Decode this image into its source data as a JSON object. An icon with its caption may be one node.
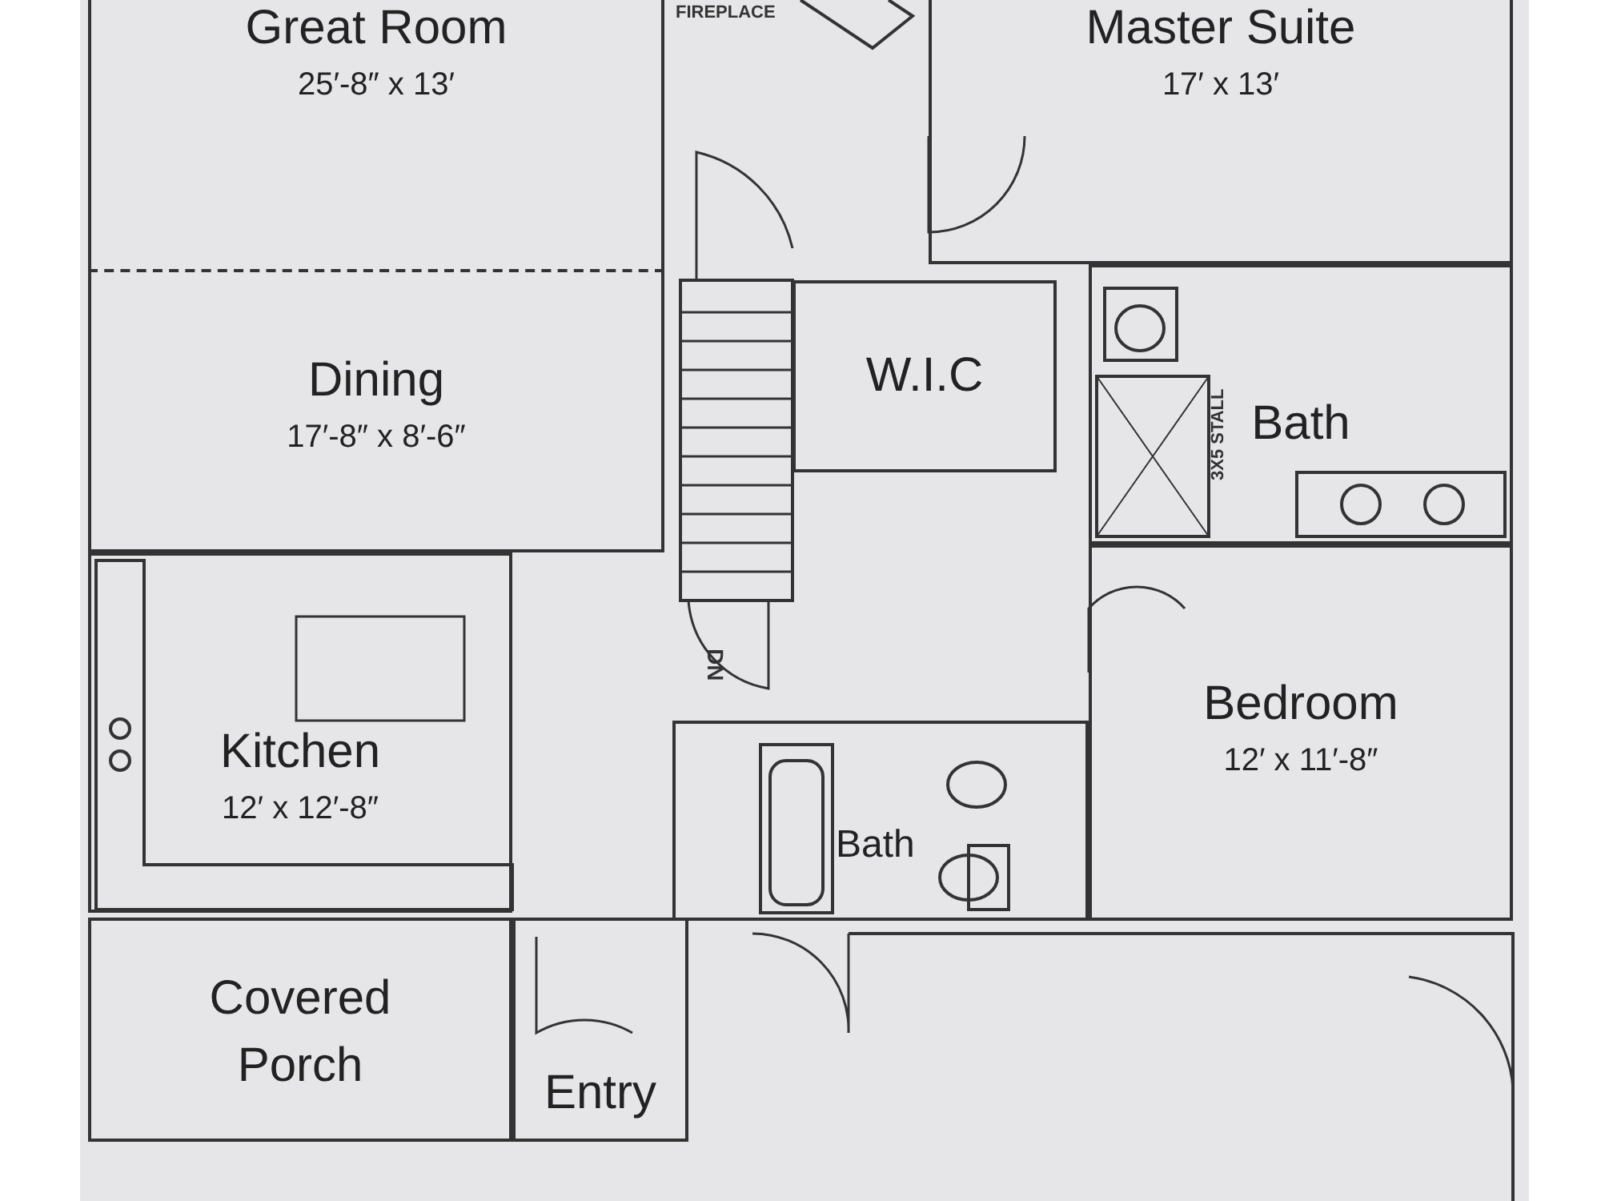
{
  "diagram": {
    "nodes": [
      {
        "text": [
          "Great Room",
          "25′-8″ x 13′"
        ]
      },
      {
        "text": [
          "Master Suite",
          "17′ x 13′"
        ]
      },
      {
        "text": [
          "Dining",
          "17′-8″ x 8′-6″"
        ]
      },
      {
        "text": [
          "W.I.C"
        ]
      },
      {
        "text": [
          "Bath"
        ]
      },
      {
        "text": [
          "Kitchen",
          "12′ x 12′-8″"
        ]
      },
      {
        "text": [
          "Bedroom",
          "12′ x 11′-8″"
        ]
      },
      {
        "text": [
          "Bath"
        ]
      },
      {
        "text": [
          "Covered Porch"
        ]
      },
      {
        "text": [
          "Entry"
        ]
      }
    ],
    "labels": [
      "FIREPLACE",
      "3X5 STALL",
      "DN"
    ]
  }
}
